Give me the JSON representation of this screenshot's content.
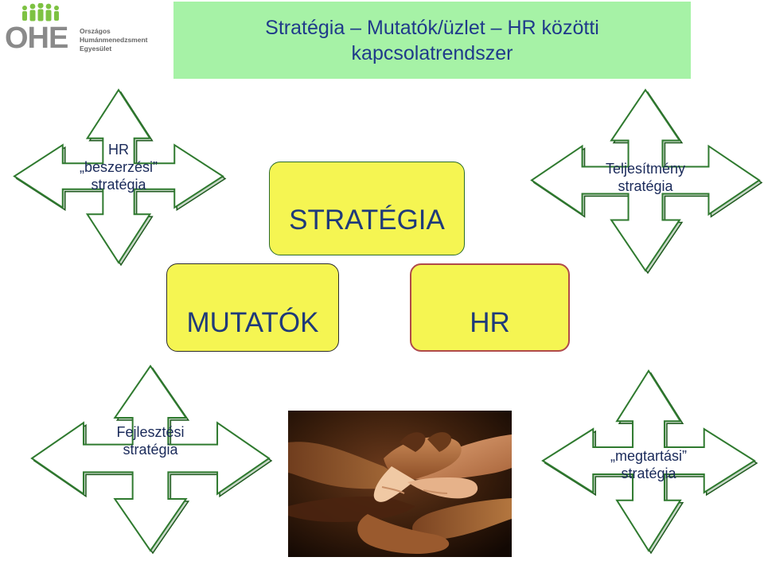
{
  "logo": {
    "name": "OHE",
    "subtitle_lines": [
      "Országos",
      "Humánmenedzsment",
      "Egyesület"
    ],
    "colors": {
      "people": "#7dc242",
      "text": "#8a8a8a"
    }
  },
  "title": {
    "line1": "Stratégia – Mutatók/üzlet – HR közötti",
    "line2": "kapcsolatrendszer",
    "background": "#a6f2a6",
    "color": "#1f3a8a"
  },
  "crosses": [
    {
      "id": "hr-beszerzesi",
      "lines": [
        "HR",
        "„beszerzési”",
        "stratégia"
      ]
    },
    {
      "id": "teljesitmeny",
      "lines": [
        "Teljesítmény",
        "stratégia"
      ]
    },
    {
      "id": "fejlesztesi",
      "lines": [
        "Fejlesztési",
        "stratégia"
      ]
    },
    {
      "id": "megtartasi",
      "lines": [
        "„megtartási”",
        "stratégia"
      ]
    }
  ],
  "boxes": {
    "strategia": "STRATÉGIA",
    "mutatok": "MUTATÓK",
    "hr": "HR"
  },
  "colors": {
    "box_fill": "#f5f552",
    "box_text": "#1f3a7a",
    "arrow_stroke": "#2f7a2f",
    "hr_border": "#b04a4a"
  },
  "photo": {
    "icon": "hands-photo"
  }
}
